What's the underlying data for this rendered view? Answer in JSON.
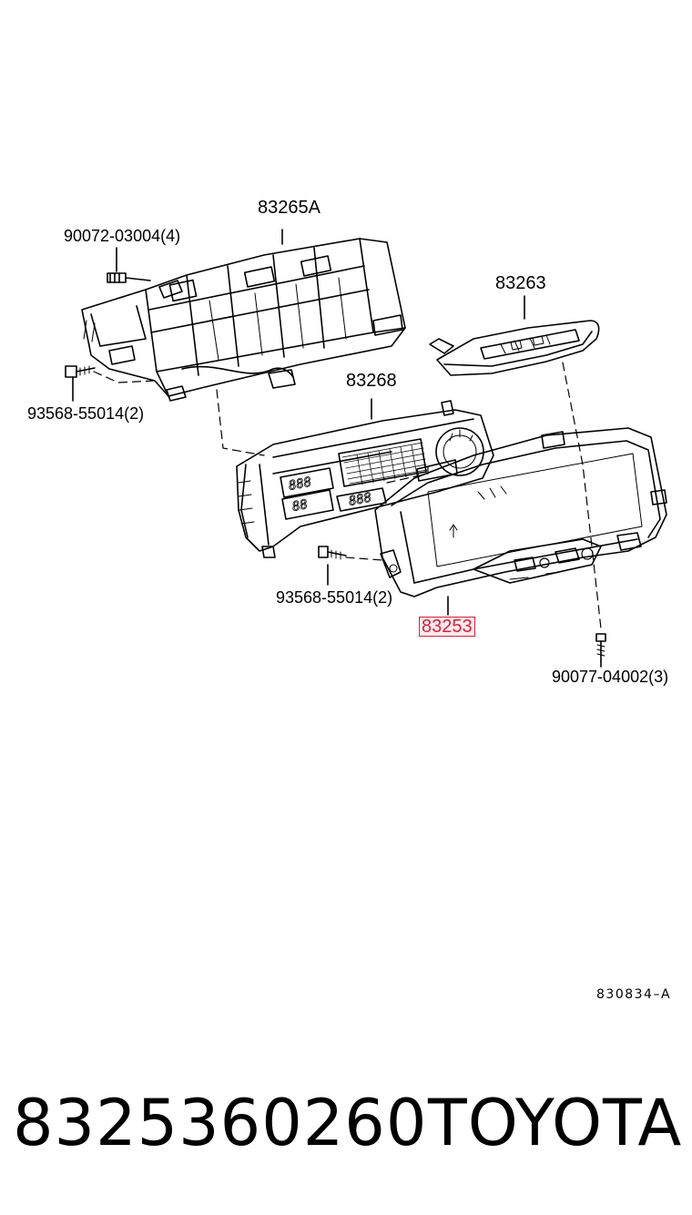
{
  "diagram": {
    "callouts": {
      "p83265A": "83265A",
      "p90072": "90072-03004(4)",
      "p93568_left": "93568-55014(2)",
      "p83263": "83263",
      "p83268": "83268",
      "p93568_bottom": "93568-55014(2)",
      "p83253": "83253",
      "p90077": "90077-04002(3)"
    },
    "highlight_color": "#d0263a",
    "highlight_fill": "#fde9ee",
    "diagram_code": "830834–A",
    "lcd_digits": {
      "upper_left": "888",
      "lower_left": "88",
      "center": "888"
    }
  },
  "footer": {
    "part_number": "8325360260",
    "brand": "TOYOTA"
  }
}
